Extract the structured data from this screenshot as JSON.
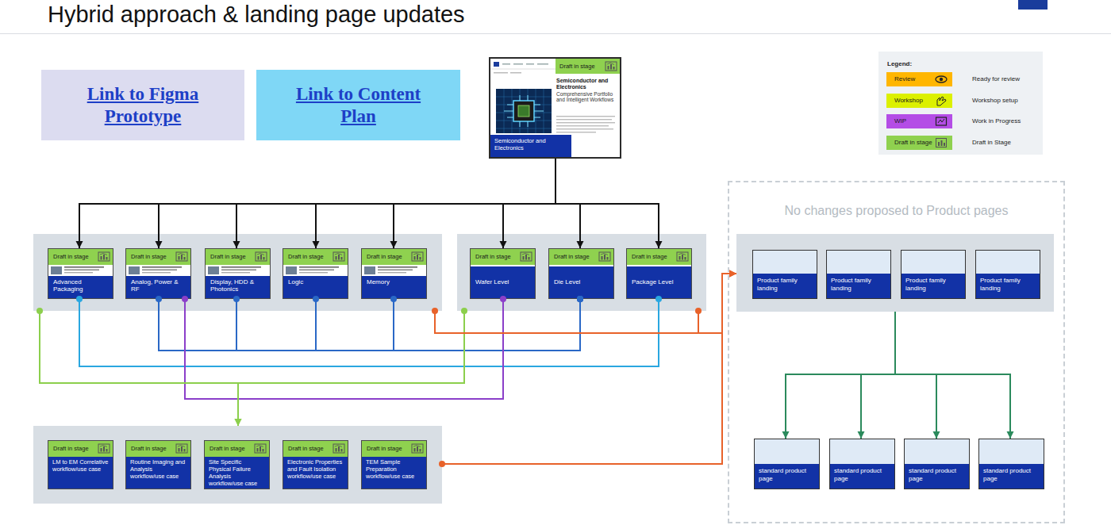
{
  "diagram": {
    "title": "Hybrid approach & landing page updates",
    "nodes": [
      {
        "text": [
          "Link to Figma Prototype"
        ]
      },
      {
        "text": [
          "Link to Content Plan"
        ]
      },
      {
        "text": [
          "Draft in stage",
          "Semiconductor and Electronics",
          "Comprehensive Portfolio and Intelligent Workflows",
          "Semiconductor and Electronics"
        ]
      },
      {
        "text": []
      },
      {
        "text": [
          "Draft in stage",
          "Advanced Packaging"
        ],
        "in": 3
      },
      {
        "text": [
          "Draft in stage",
          "Analog, Power & RF"
        ],
        "in": 3
      },
      {
        "text": [
          "Draft in stage",
          "Display, HDD & Photonics"
        ],
        "in": 3
      },
      {
        "text": [
          "Draft in stage",
          "Logic"
        ],
        "in": 3
      },
      {
        "text": [
          "Draft in stage",
          "Memory"
        ],
        "in": 3
      },
      {
        "text": []
      },
      {
        "text": [
          "Draft in stage",
          "Wafer Level"
        ],
        "in": 9
      },
      {
        "text": [
          "Draft in stage",
          "Die Level"
        ],
        "in": 9
      },
      {
        "text": [
          "Draft in stage",
          "Package Level"
        ],
        "in": 9
      },
      {
        "text": [
          "No changes proposed to Product pages"
        ]
      },
      {
        "text": [],
        "in": 13
      },
      {
        "text": [
          "Product family landing"
        ],
        "in": 14
      },
      {
        "text": [
          "Product family landing"
        ],
        "in": 14
      },
      {
        "text": [
          "Product family landing"
        ],
        "in": 14
      },
      {
        "text": [
          "Product family landing"
        ],
        "in": 14
      },
      {
        "text": [
          "standard product page"
        ],
        "in": 13
      },
      {
        "text": [
          "standard product page"
        ],
        "in": 13
      },
      {
        "text": [
          "standard product page"
        ],
        "in": 13
      },
      {
        "text": [
          "standard product page"
        ],
        "in": 13
      },
      {
        "text": []
      },
      {
        "text": [
          "Draft in stage",
          "LM to EM Correlative workflow/use case"
        ],
        "in": 23
      },
      {
        "text": [
          "Draft in stage",
          "Routine Imaging and Analysis workflow/use case"
        ],
        "in": 23
      },
      {
        "text": [
          "Draft in stage",
          "Site Specific Physical Failure Analysis workflow/use case"
        ],
        "in": 23
      },
      {
        "text": [
          "Draft in stage",
          "Electronic Properties and Fault Isolation workflow/use case"
        ],
        "in": 23
      },
      {
        "text": [
          "Draft in stage",
          "TEM Sample Preparation workflow/use case"
        ],
        "in": 23
      }
    ],
    "edges": [
      {
        "from": 2,
        "to": 4,
        "arrow": "to"
      },
      {
        "from": 2,
        "to": 5,
        "arrow": "to"
      },
      {
        "from": 2,
        "to": 6,
        "arrow": "to"
      },
      {
        "from": 2,
        "to": 7,
        "arrow": "to"
      },
      {
        "from": 2,
        "to": 8,
        "arrow": "to"
      },
      {
        "from": 2,
        "to": 10,
        "arrow": "to"
      },
      {
        "from": 2,
        "to": 11,
        "arrow": "to"
      },
      {
        "from": 2,
        "to": 12,
        "arrow": "to"
      },
      {
        "from": 5,
        "to": 11,
        "arrow": "none"
      },
      {
        "from": 6,
        "to": 11,
        "arrow": "none"
      },
      {
        "from": 7,
        "to": 11,
        "arrow": "none"
      },
      {
        "from": 8,
        "to": 11,
        "arrow": "none"
      },
      {
        "from": 4,
        "to": 12,
        "arrow": "none"
      },
      {
        "from": 5,
        "to": 10,
        "arrow": "none"
      },
      {
        "from": 3,
        "to": 23,
        "arrow": "to"
      },
      {
        "from": 9,
        "to": 23,
        "arrow": "to"
      },
      {
        "from": 3,
        "to": 14,
        "arrow": "to"
      },
      {
        "from": 9,
        "to": 14,
        "arrow": "to"
      },
      {
        "from": 23,
        "to": 14,
        "arrow": "to"
      },
      {
        "from": 14,
        "to": 19,
        "arrow": "to"
      },
      {
        "from": 14,
        "to": 20,
        "arrow": "to"
      },
      {
        "from": 14,
        "to": 21,
        "arrow": "to"
      },
      {
        "from": 14,
        "to": 22,
        "arrow": "to"
      }
    ],
    "labels": [
      "Legend:",
      "Review",
      "Workshop",
      "WIP",
      "Draft in stage"
    ],
    "legend": [
      {
        "text": "Ready for review",
        "color": "#ffb600"
      },
      {
        "text": "Workshop setup",
        "color": "#dcf000"
      },
      {
        "text": "Work in Progress",
        "color": "#b44de6"
      },
      {
        "text": "Draft in Stage",
        "color": "#8fd14f"
      }
    ]
  }
}
